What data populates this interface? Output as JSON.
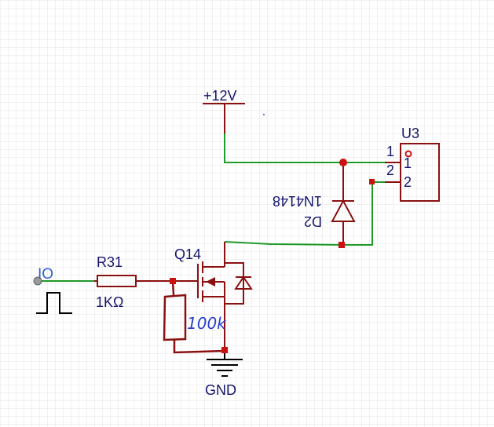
{
  "labels": {
    "supply": "+12V",
    "ground": "GND",
    "input_net": "IO",
    "resistor_ref": "R31",
    "resistor_value": "1KΩ",
    "transistor_ref": "Q14",
    "diode_ref": "D2",
    "diode_part": "1N4148",
    "connector_ref": "U3",
    "pin1_outer": "1",
    "pin2_outer": "2",
    "pin1_inner": "1",
    "pin2_inner": "2",
    "handwritten_value": "100k"
  },
  "colors": {
    "wire": "#1f9a2b",
    "component": "#8b1010",
    "junction": "#cc1111",
    "label": "#14146e",
    "grid": "#e3e3e3"
  }
}
